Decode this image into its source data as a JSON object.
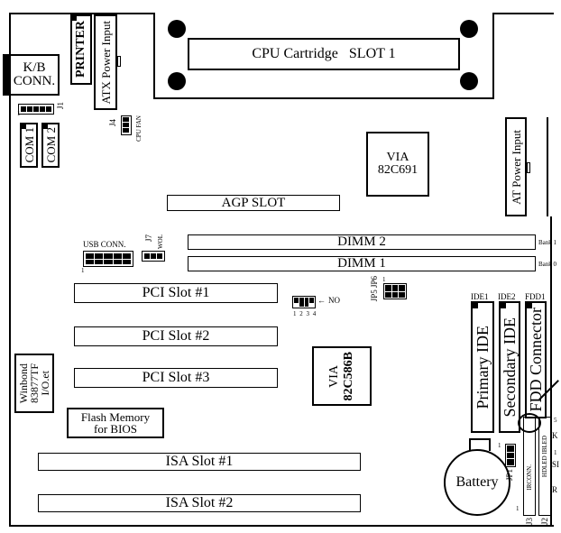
{
  "title": "Motherboard layout diagram",
  "labels": {
    "kb_conn_1": "K/B",
    "kb_conn_2": "CONN.",
    "printer": "PRINTER",
    "atx_power": "ATX Power Input",
    "cpu_slot": "CPU Cartridge   SLOT 1",
    "j1": "J1",
    "j1_pin": "1",
    "com1": "COM 1",
    "com2": "COM 2",
    "j4": "J4",
    "cpu_fan": "CPU FAN",
    "via_north_1": "VIA",
    "via_north_2": "82C691",
    "at_power": "AT Power Input",
    "agp_slot": "AGP SLOT",
    "usb_conn": "USB CONN.",
    "usb_pin": "1",
    "j7": "J7",
    "wol": "WOL",
    "dimm2": "DIMM 2",
    "dimm1": "DIMM 1",
    "bank1": "Bank 1",
    "bank0": "Bank 0",
    "pci1": "PCI Slot #1",
    "pci2": "PCI Slot #2",
    "pci3": "PCI Slot #3",
    "dip_no": "NO",
    "dip_nums": "1 2 3 4",
    "jp5_jp6": "JP5 JP6",
    "jp_pin": "1",
    "ide1": "IDE1",
    "ide2": "IDE2",
    "fdd1": "FDD1",
    "primary_ide": "Primary IDE",
    "secondary_ide": "Secondary IDE",
    "fdd_connector": "FDD Connector",
    "winbond_1": "Winbond",
    "winbond_2": "83877TF",
    "winbond_3": "I/O.et",
    "flash_1": "Flash Memory",
    "flash_2": "for BIOS",
    "via_south_1": "VIA",
    "via_south_2": "82C586B",
    "isa1": "ISA Slot #1",
    "isa2": "ISA Slot #2",
    "battery": "Battery",
    "jp1": "JP1",
    "jp1_pin": "1",
    "j3": "J3",
    "j2": "J2",
    "j3_inner": "IRCONN.",
    "j2_inner": "HDLED  IBLED",
    "k_label": "K",
    "s_label": "SI",
    "r_label": "R",
    "pin5": "5",
    "pin1_r": "1",
    "pin1_l": "1"
  }
}
